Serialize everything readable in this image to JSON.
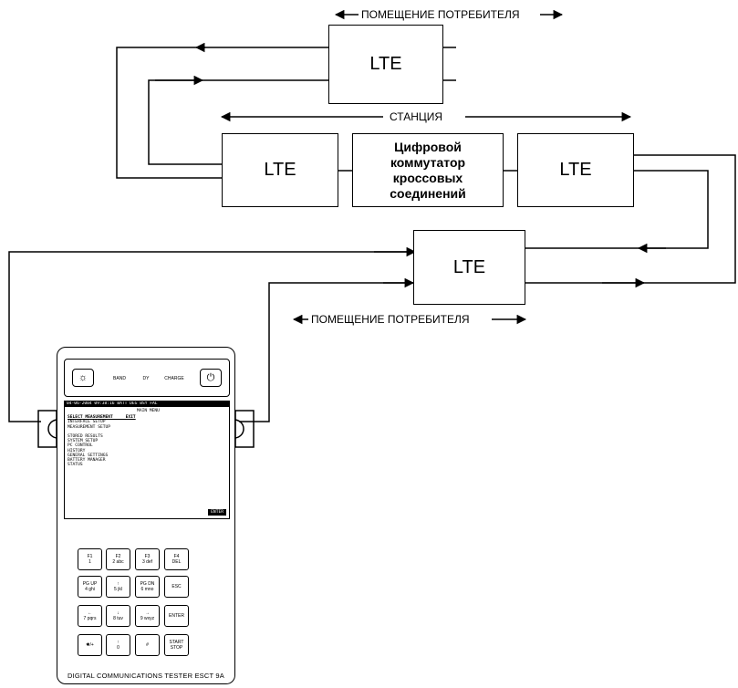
{
  "labels": {
    "customer_top": "ПОМЕЩЕНИЕ ПОТРЕБИТЕЛЯ",
    "station": "СТАНЦИЯ",
    "customer_bottom": "ПОМЕЩЕНИЕ ПОТРЕБИТЕЛЯ"
  },
  "boxes": {
    "lte_top": "LTE",
    "lte_left": "LTE",
    "dxc": "Цифровой\nкоммутатор\nкроссовых\nсоединений",
    "lte_right": "LTE",
    "lte_bottom": "LTE"
  },
  "tester": {
    "model": "DIGITAL COMMUNICATIONS TESTER ESCT 9A",
    "leds": [
      "BAND",
      "DY",
      "CHARGE"
    ],
    "screen": {
      "status_bar": "04-06-2004 09:38:16   BATT  DEG  BSY  FAL",
      "title": "MAIN MENU",
      "lines": [
        "SELECT MEASUREMENT     EXIT",
        "INTERFACE SETUP",
        "MEASUREMENT SETUP",
        "",
        "STORED RESULTS",
        "SYSTEM SETUP",
        "PC CONTROL",
        "HISTORY",
        "GENERAL SETTINGS",
        "BATTERY MANAGER",
        "STATUS"
      ],
      "softkey": "ENTER"
    },
    "keys": [
      [
        "F1\n1",
        "F2\n2 abc",
        "F3\n3 def",
        "F4\nDEL"
      ],
      [
        "PG UP\n4 ghi",
        "↑\n5 jkl",
        "PG DN\n6 mno",
        "ESC"
      ],
      [
        "←\n7 pqrs",
        "↓\n8 tuv",
        "→\n9 wxyz",
        "ENTER"
      ],
      [
        "✱/+",
        "↑\n0",
        "#",
        "START\nSTOP"
      ]
    ]
  },
  "colors": {
    "line": "#000000",
    "background": "#ffffff"
  }
}
